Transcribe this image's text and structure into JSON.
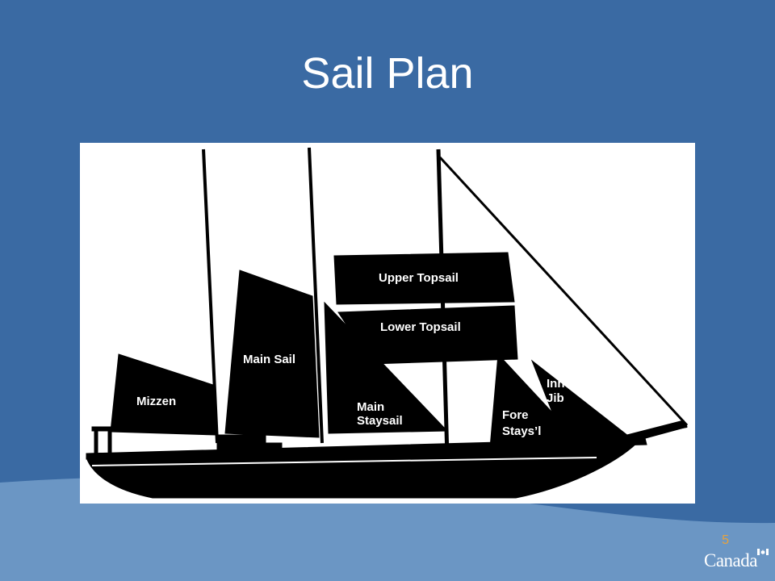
{
  "slide": {
    "title": "Sail Plan",
    "page_number": "5",
    "wordmark": "Canada"
  },
  "diagram": {
    "labels": {
      "upper_topsail": "Upper Topsail",
      "lower_topsail": "Lower Topsail",
      "main_sail": "Main Sail",
      "mizzen": "Mizzen",
      "main_staysail_1": "Main",
      "main_staysail_2": "Staysail",
      "fore_staysail_1": "Fore",
      "fore_staysail_2": "Stays’l",
      "inner_jib_1": "Inner",
      "inner_jib_2": "Jib"
    }
  },
  "colors": {
    "background": "#3a6aa3",
    "wave_light": "#6b96c4",
    "page_number": "#e9a23b"
  }
}
